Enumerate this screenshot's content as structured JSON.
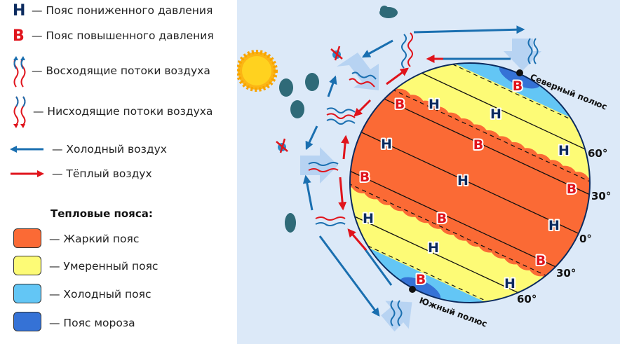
{
  "legend": {
    "low_symbol": "Н",
    "low_label": "— Пояс пониженного давления",
    "high_symbol": "В",
    "high_label": "— Пояс повышенного давления",
    "rising_label": "— Восходящие потоки воздуха",
    "sinking_label": "— Нисходящие потоки воздуха",
    "cold_air_label": "— Холодный воздух",
    "warm_air_label": "— Тёплый воздух",
    "zones_title": "Тепловые пояса:",
    "zones": [
      {
        "label": "— Жаркий пояс",
        "color": "#fb6a35"
      },
      {
        "label": "— Умеренный пояс",
        "color": "#fdfb76"
      },
      {
        "label": "— Холодный пояс",
        "color": "#63c6f5"
      },
      {
        "label": "— Пояс мороза",
        "color": "#3572d6"
      }
    ]
  },
  "globe": {
    "north_pole": "Северный полюс",
    "south_pole": "Южный полюс",
    "latitudes": [
      "60°",
      "30°",
      "0°",
      "30°",
      "60°"
    ],
    "low": "Н",
    "high": "В"
  },
  "colors": {
    "cold": "#1a6fb0",
    "warm": "#e0141c",
    "background": "#dce9f8"
  }
}
